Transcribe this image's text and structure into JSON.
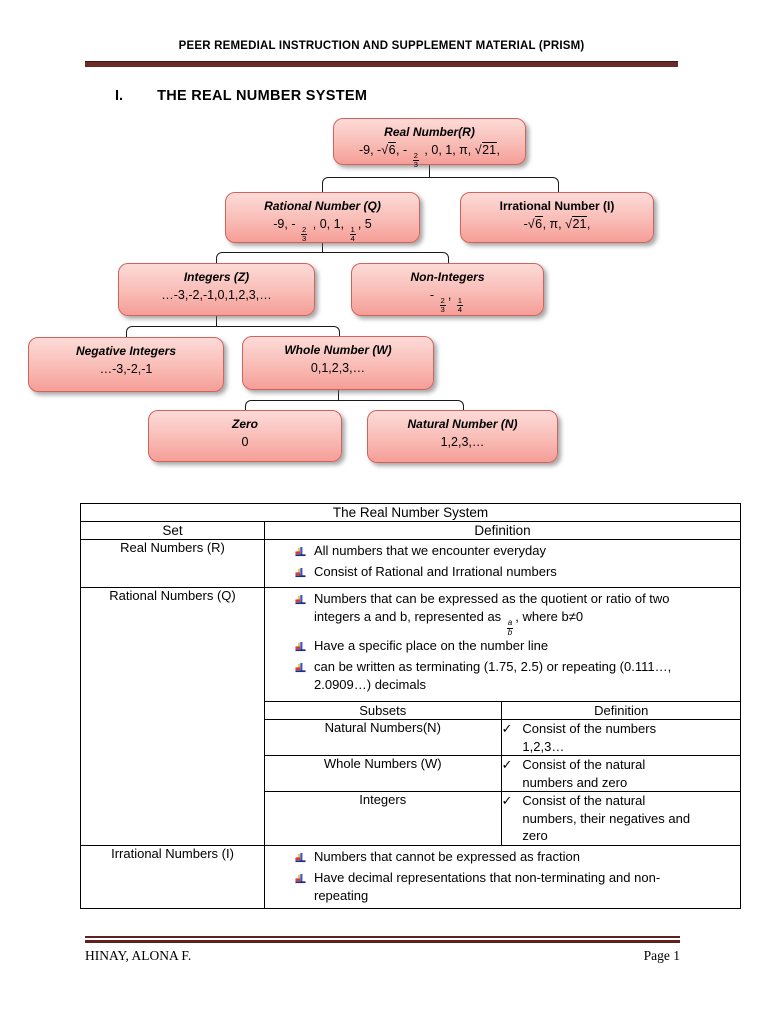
{
  "header": {
    "title": "PEER REMEDIAL INSTRUCTION AND SUPPLEMENT MATERIAL (PRISM)"
  },
  "section": {
    "numeral": "I.",
    "title": "THE REAL NUMBER SYSTEM"
  },
  "colors": {
    "node_border": "#d2625c",
    "node_fill_top": "#fcdbd8",
    "node_fill_bottom": "#f59e97",
    "rule_maroon": "#5e2120",
    "bullet_blue": "#3b4fd8",
    "bullet_red": "#d83a34",
    "bullet_yellow": "#e8c832",
    "bullet_navy": "#1f2d7a"
  },
  "diagram": {
    "nodes": {
      "real": {
        "label": "Real Number(R)",
        "values": [
          {
            "t": "-9, -"
          },
          {
            "r": "6"
          },
          {
            "t": ", - "
          },
          {
            "f": [
              "2",
              "3"
            ]
          },
          {
            "t": " , 0, 1, π, "
          },
          {
            "r": "21"
          },
          {
            "t": ","
          }
        ]
      },
      "rational": {
        "label": "Rational Number (Q)",
        "values": [
          {
            "t": "-9, - "
          },
          {
            "f": [
              "2",
              "3"
            ]
          },
          {
            "t": " , 0, 1, "
          },
          {
            "f": [
              "1",
              "4"
            ]
          },
          {
            "t": ", 5"
          }
        ]
      },
      "irrational": {
        "label": "Irrational Number (I)",
        "values": [
          {
            "t": "-"
          },
          {
            "r": "6"
          },
          {
            "t": ", π, "
          },
          {
            "r": "21"
          },
          {
            "t": ","
          }
        ]
      },
      "integers": {
        "label": "Integers (Z)",
        "plain": "…-3,-2,-1,0,1,2,3,…"
      },
      "non_integers": {
        "label": "Non-Integers",
        "values": [
          {
            "t": "- "
          },
          {
            "f": [
              "2",
              "3"
            ]
          },
          {
            "t": ", "
          },
          {
            "f": [
              "1",
              "4"
            ]
          }
        ]
      },
      "negative": {
        "label": "Negative Integers",
        "plain": "…-3,-2,-1"
      },
      "whole": {
        "label": "Whole Number (W)",
        "plain": "0,1,2,3,…"
      },
      "zero": {
        "label": "Zero",
        "plain": "0"
      },
      "natural": {
        "label": "Natural Number (N)",
        "plain": "1,2,3,…"
      }
    }
  },
  "table": {
    "title": "The Real Number System",
    "col_set": "Set",
    "col_definition": "Definition",
    "rows": {
      "real": {
        "set": "Real Numbers  (R)",
        "b1": "All numbers that we encounter everyday",
        "b2": "Consist of Rational and Irrational numbers"
      },
      "rational": {
        "set": "Rational Numbers (Q)",
        "b1": [
          {
            "t": "Numbers that can be expressed as the quotient or ratio of two integers a and b, represented as  "
          },
          {
            "f": [
              "a",
              "b"
            ],
            "it": true
          },
          {
            "t": ", where b≠0"
          }
        ],
        "b2": "Have a specific place on the number line",
        "b3": "can be written as terminating (1.75, 2.5) or repeating (0.111…, 2.0909…) decimals"
      },
      "irrational": {
        "set": "Irrational Numbers (I)",
        "b1": "Numbers that cannot be expressed  as fraction",
        "b2": "Have decimal representations that non-terminating and non-repeating"
      }
    },
    "sub": {
      "col_subsets": "Subsets",
      "col_definition": "Definition",
      "check": "✓",
      "rows": [
        {
          "name": "Natural Numbers(N)",
          "def": "Consist of the numbers 1,2,3…"
        },
        {
          "name": "Whole Numbers (W)",
          "def": "Consist of the natural numbers and zero"
        },
        {
          "name": "Integers",
          "def": "Consist of the natural numbers, their negatives and zero"
        }
      ]
    }
  },
  "footer": {
    "author": "HINAY, ALONA F.",
    "page": "Page 1"
  }
}
